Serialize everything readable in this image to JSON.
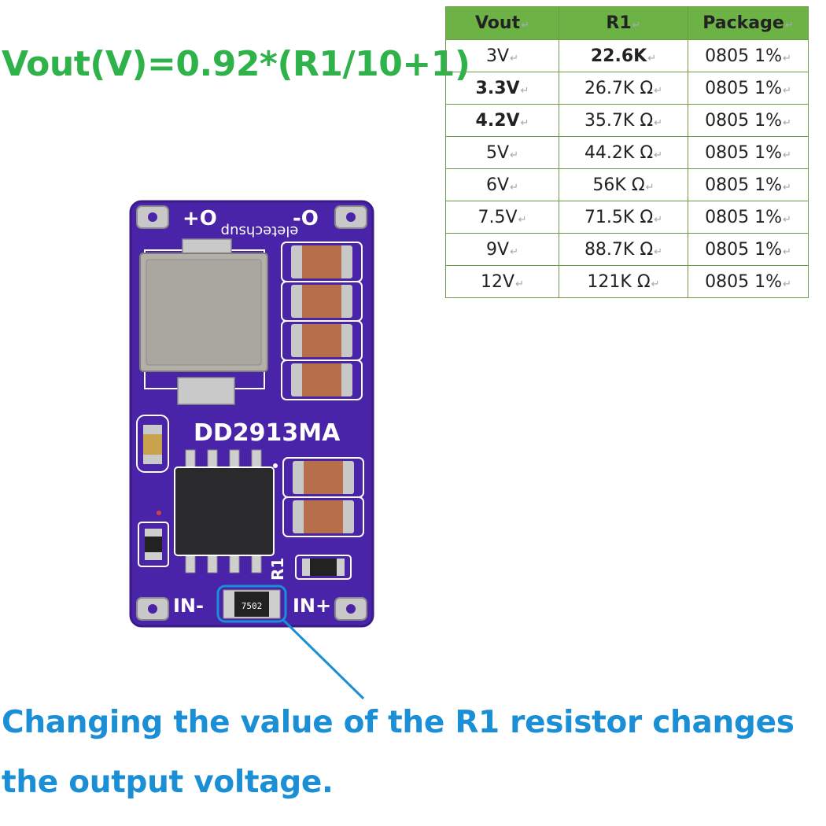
{
  "formula": "Vout(V)=0.92*(R1/10+1)",
  "table": {
    "headers": [
      "Vout",
      "R1",
      "Package"
    ],
    "rows": [
      {
        "vout": "3V",
        "r1": "22.6K",
        "package": "0805 1%"
      },
      {
        "vout": "3.3V",
        "r1": "26.7K Ω",
        "package": "0805 1%"
      },
      {
        "vout": "4.2V",
        "r1": "35.7K Ω",
        "package": "0805 1%"
      },
      {
        "vout": "5V",
        "r1": "44.2K Ω",
        "package": "0805 1%"
      },
      {
        "vout": "6V",
        "r1": "56K Ω",
        "package": "0805 1%"
      },
      {
        "vout": "7.5V",
        "r1": "71.5K Ω",
        "package": "0805 1%"
      },
      {
        "vout": "9V",
        "r1": "88.7K Ω",
        "package": "0805 1%"
      },
      {
        "vout": "12V",
        "r1": "121K Ω",
        "package": "0805 1%"
      }
    ]
  },
  "board": {
    "label_out_plus": "+O",
    "label_out_minus": "-O",
    "brand": "eletechsup",
    "model": "DD2913MA",
    "label_in_minus": "IN-",
    "label_in_plus": "IN+",
    "label_r1": "R1",
    "resistor_code": "7502"
  },
  "caption": {
    "line1": "Changing the value of the R1 resistor changes",
    "line2": "the output voltage."
  },
  "colors": {
    "formula": "#2fb24a",
    "table_header": "#6cb245",
    "board": "#4a24a8",
    "caption": "#1a8fd6"
  }
}
